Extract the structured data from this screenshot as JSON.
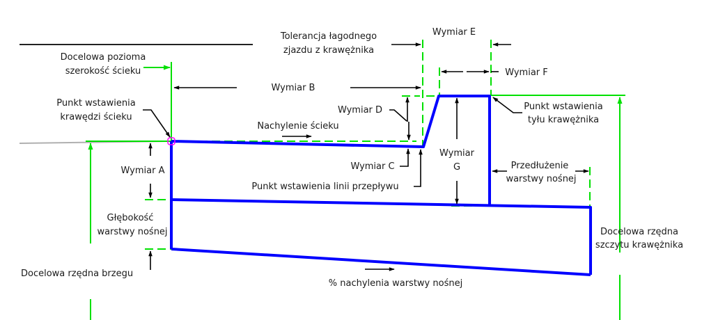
{
  "diagram": {
    "title": "Subassembly curb and gutter parameter diagram",
    "colors": {
      "profile": "#0000ff",
      "guide": "#00e000",
      "dimension": "#000000",
      "insertion_point": "#ff00ff",
      "ground": "#b0b0b0"
    },
    "labels": {
      "target_gutter_width": [
        "Docelowa pozioma",
        "szerokość ścieku"
      ],
      "gutter_edge_insertion": [
        "Punkt wstawienia",
        "krawędzi ścieku"
      ],
      "dim_a": "Wymiar A",
      "subbase_depth": [
        "Głębokość",
        "warstwy nośnej"
      ],
      "target_edge_elevation": "Docelowa rzędna brzegu",
      "dim_b": "Wymiar B",
      "gutter_slope": "Nachylenie ścieku",
      "smooth_transition": [
        "Tolerancja łagodnego",
        "zjazdu z krawężnika"
      ],
      "dim_d": "Wymiar D",
      "dim_c": "Wymiar C",
      "flowline_insertion": "Punkt wstawienia linii przepływu",
      "dim_e": "Wymiar E",
      "dim_f": "Wymiar F",
      "dim_g": [
        "Wymiar",
        "G"
      ],
      "back_of_curb_insertion": [
        "Punkt wstawienia",
        "tyłu krawężnika"
      ],
      "subbase_extension": [
        "Przedłużenie",
        "warstwy nośnej"
      ],
      "target_top_curb_elevation": [
        "Docelowa rzędna",
        "szczytu krawężnika"
      ],
      "subbase_slope": "% nachylenia warstwy nośnej"
    }
  }
}
